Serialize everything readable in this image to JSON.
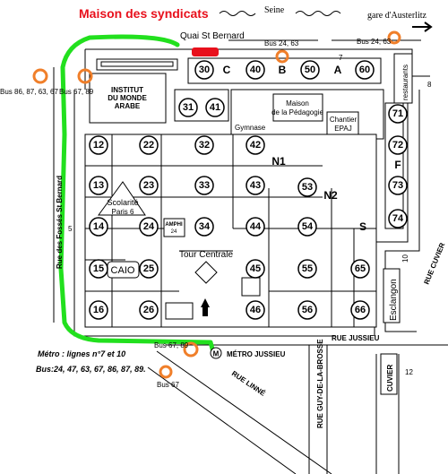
{
  "title_label": "Maison des syndicats",
  "seine_label": "Seine",
  "austerlitz_label": "gare d'Austerlitz",
  "quai_label": "Quai St Bernard",
  "street_fosses": "Rue des Fossés St Bernard",
  "street_jussieu": "RUE JUSSIEU",
  "street_linne": "RUE LINNÉ",
  "street_cuvier": "RUE CUVIER",
  "street_brosse": "RUE GUY-DE-LA-BROSSE",
  "bus_labels": {
    "top_left": "Bus 86, 87, 63, 67",
    "top_left2": "Bus 67, 89",
    "quai_mid": "Bus 24, 63",
    "quai_right": "Bus 24, 63",
    "bottom_1": "Bus 67, 89",
    "bottom_2": "Bus 67"
  },
  "metro_label": "MÉTRO JUSSIEU",
  "metro_icon_letter": "M",
  "info_metro": "Métro : lignes n°7 et 10",
  "info_bus": "Bus:24, 47, 63, 67, 86, 87, 89.",
  "buildings": {
    "imarabe": [
      "INSTITUT",
      "DU MONDE",
      "ARABE"
    ],
    "pedagogie": [
      "Maison",
      "de la Pédagogie"
    ],
    "chantier": [
      "Chantier",
      "EPAJ"
    ],
    "gymnase": "Gymnase",
    "restaurants": "restaurants",
    "esclangon": "Esclangon",
    "cuvier": "CUVIER",
    "scolarite": [
      "Scolarité",
      "Paris 6"
    ],
    "amphi": [
      "AMPHI",
      "24"
    ],
    "tour_centrale": "Tour Centrale",
    "caio": "CAIO"
  },
  "letters": [
    "C",
    "B",
    "A",
    "F",
    "N1",
    "N2",
    "S"
  ],
  "side_numbers": [
    "7",
    "8",
    "10",
    "12",
    "5"
  ],
  "tower_numbers": {
    "row_top": [
      "30",
      "40",
      "50",
      "60"
    ],
    "row_31": [
      "31",
      "41"
    ],
    "col12": [
      "12",
      "13",
      "14",
      "15",
      "16"
    ],
    "col22": [
      "22",
      "23",
      "24",
      "25",
      "26"
    ],
    "col32": [
      "32",
      "33",
      "34"
    ],
    "col42": [
      "42",
      "43",
      "44",
      "45",
      "46"
    ],
    "col53": [
      "53",
      "54",
      "55",
      "56"
    ],
    "col65": [
      "65",
      "66"
    ],
    "col71": [
      "71",
      "72",
      "73",
      "74"
    ]
  },
  "colors": {
    "route": "#22e01e",
    "destination": "#e8101c",
    "title": "#e8101c",
    "bus_marker": "#f07f2a"
  }
}
